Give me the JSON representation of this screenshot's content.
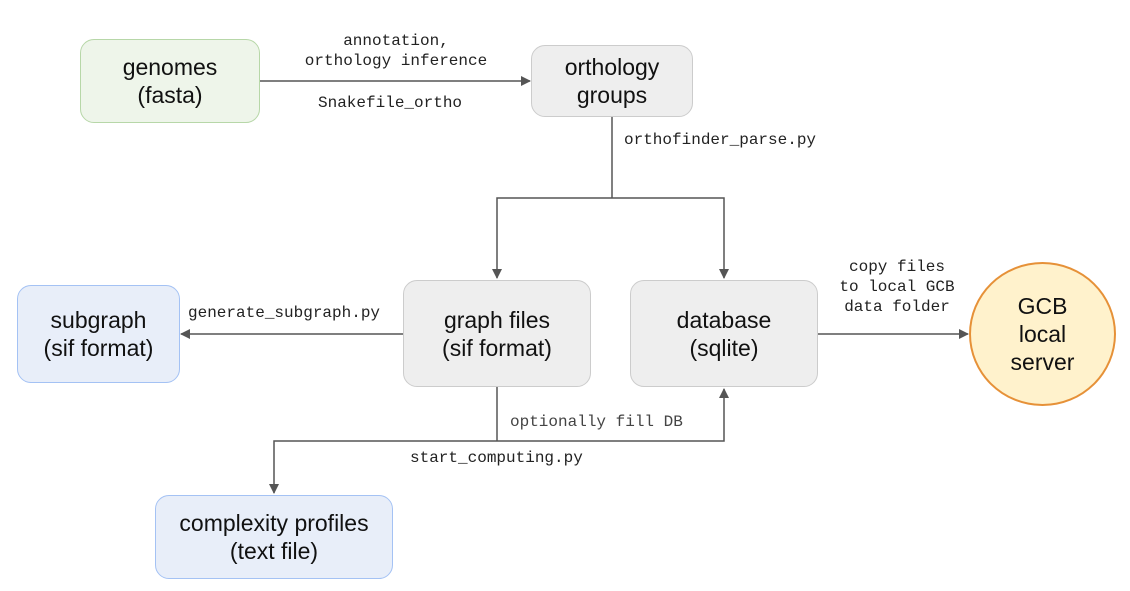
{
  "nodes": {
    "genomes": {
      "line1": "genomes",
      "line2": "(fasta)"
    },
    "orthology_groups": {
      "line1": "orthology",
      "line2": "groups"
    },
    "graph_files": {
      "line1": "graph files",
      "line2": "(sif format)"
    },
    "database": {
      "line1": "database",
      "line2": "(sqlite)"
    },
    "subgraph": {
      "line1": "subgraph",
      "line2": "(sif format)"
    },
    "gcb_server": {
      "line1": "GCB",
      "line2": "local",
      "line3": "server"
    },
    "complexity_profiles": {
      "line1": "complexity profiles",
      "line2": "(text file)"
    }
  },
  "edges": {
    "annotation": {
      "line1": "annotation,",
      "line2": "orthology inference"
    },
    "snakefile": "Snakefile_ortho",
    "orthofinder": "orthofinder_parse.py",
    "generate_subgraph": "generate_subgraph.py",
    "copy_files": {
      "line1": "copy files",
      "line2": "to local GCB",
      "line3": "data folder"
    },
    "optionally_fill": "optionally fill DB",
    "start_computing": "start_computing.py"
  },
  "colors": {
    "green_fill": "#eef5ea",
    "gray_fill": "#eeeeee",
    "blue_fill": "#e8eef9",
    "orange_fill": "#fff2cc",
    "orange_border": "#e69138",
    "line": "#555555"
  }
}
